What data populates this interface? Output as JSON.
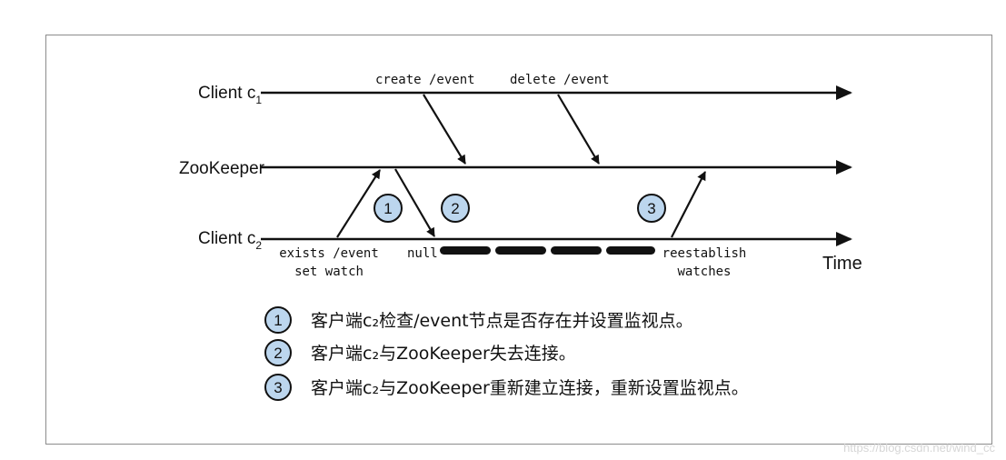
{
  "lanes": {
    "client1": {
      "name": "Client c",
      "sub": "1"
    },
    "zookeeper": {
      "name": "ZooKeeper"
    },
    "client2": {
      "name": "Client c",
      "sub": "2"
    }
  },
  "events": {
    "create": "create /event",
    "delete": "delete /event",
    "exists_line1": "exists /event",
    "exists_line2": "set watch",
    "null": "null",
    "reestablish_line1": "reestablish",
    "reestablish_line2": "watches"
  },
  "time_label": "Time",
  "badges": [
    "1",
    "2",
    "3"
  ],
  "legend": [
    {
      "num": "1",
      "text": "客户端c₂检查/event节点是否存在并设置监视点。"
    },
    {
      "num": "2",
      "text": "客户端c₂与ZooKeeper失去连接。"
    },
    {
      "num": "3",
      "text": "客户端c₂与ZooKeeper重新建立连接，重新设置监视点。"
    }
  ],
  "watermark": "https://blog.csdn.net/wind_cc",
  "colors": {
    "badge_fill": "#bcd6ee",
    "line": "#111111",
    "frame": "#8c8c8c"
  }
}
